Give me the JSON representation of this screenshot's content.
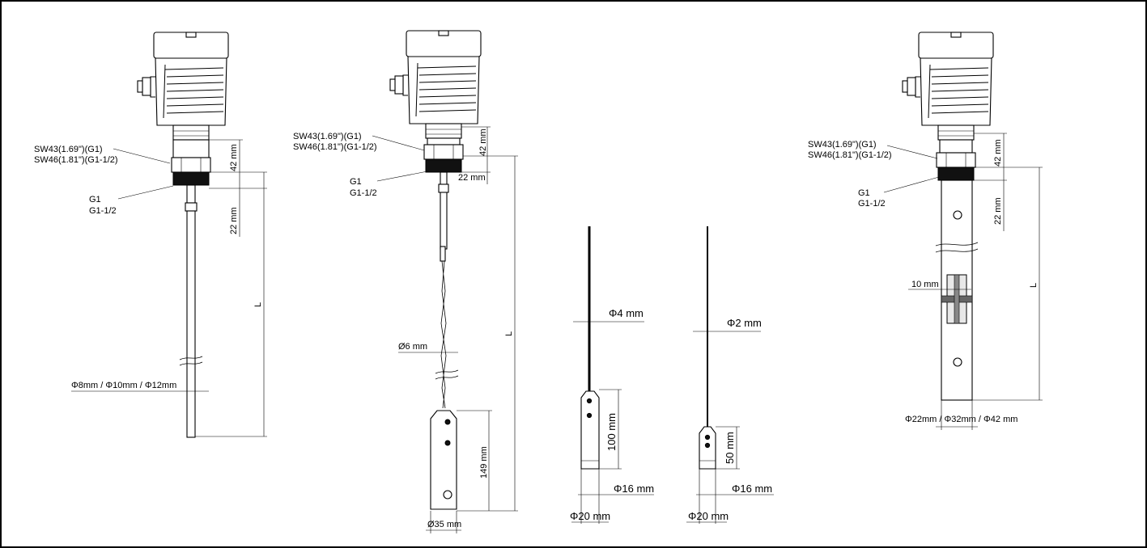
{
  "probes": {
    "rod": {
      "hex_size_1": "SW43(1.69\")(G1)",
      "hex_size_2": "SW46(1.81\")(G1-1/2)",
      "thread_1": "G1",
      "thread_2": "G1-1/2",
      "dim_hex_height": "42 mm",
      "dim_thread_height": "22 mm",
      "dim_length": "L",
      "dim_rod_diameter": "Φ8mm / Φ10mm / Φ12mm"
    },
    "cable_weight": {
      "hex_size_1": "SW43(1.69\")(G1)",
      "hex_size_2": "SW46(1.81\")(G1-1/2)",
      "thread_1": "G1",
      "thread_2": "G1-1/2",
      "dim_hex_height": "42 mm",
      "dim_thread_height": "22 mm",
      "dim_length": "L",
      "dim_cable_diameter": "Ø6 mm",
      "dim_weight_height": "149 mm",
      "dim_weight_diameter": "Ø35 mm"
    },
    "cable_4mm": {
      "dim_cable_diameter": "Φ4 mm",
      "dim_weight_height": "100 mm",
      "dim_weight_diameter_1": "Φ16 mm",
      "dim_weight_diameter_2": "Φ20 mm"
    },
    "cable_2mm": {
      "dim_cable_diameter": "Φ2 mm",
      "dim_weight_height": "50 mm",
      "dim_weight_diameter_1": "Φ16 mm",
      "dim_weight_diameter_2": "Φ20 mm"
    },
    "coax": {
      "hex_size_1": "SW43(1.69\")(G1)",
      "hex_size_2": "SW46(1.81\")(G1-1/2)",
      "thread_1": "G1",
      "thread_2": "G1-1/2",
      "dim_hex_height": "42 mm",
      "dim_thread_height": "22 mm",
      "dim_length": "L",
      "dim_spacer": "10 mm",
      "dim_tube_diameter": "Φ22mm / Φ32mm / Φ42 mm"
    }
  }
}
